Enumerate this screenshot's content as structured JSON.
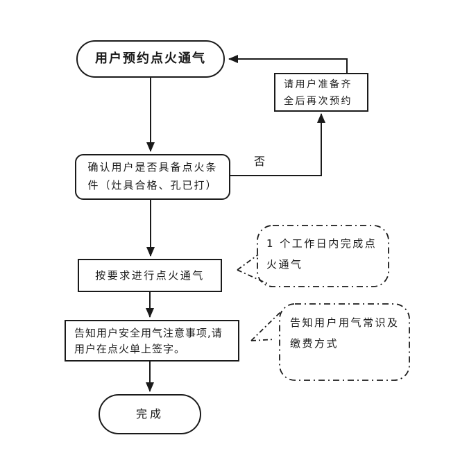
{
  "flowchart": {
    "nodes": {
      "start": {
        "label": "用户预约点火通气"
      },
      "prepare": {
        "label": "请用户准备齐全后再次预约"
      },
      "confirm": {
        "label": "确认用户是否具备点火条件（灶具合格、孔已打）"
      },
      "action": {
        "label": "按要求进行点火通气"
      },
      "inform": {
        "label": "告知用户安全用气注意事项,请用户在点火单上签字。"
      },
      "end": {
        "label": "完成"
      }
    },
    "callouts": {
      "duration": {
        "label": "1 个工作日内完成点火通气"
      },
      "payment": {
        "label": "告知用户用气常识及缴费方式"
      }
    },
    "edge_labels": {
      "no": "否"
    },
    "colors": {
      "ink": "#1a1a1a",
      "background": "#ffffff"
    }
  }
}
